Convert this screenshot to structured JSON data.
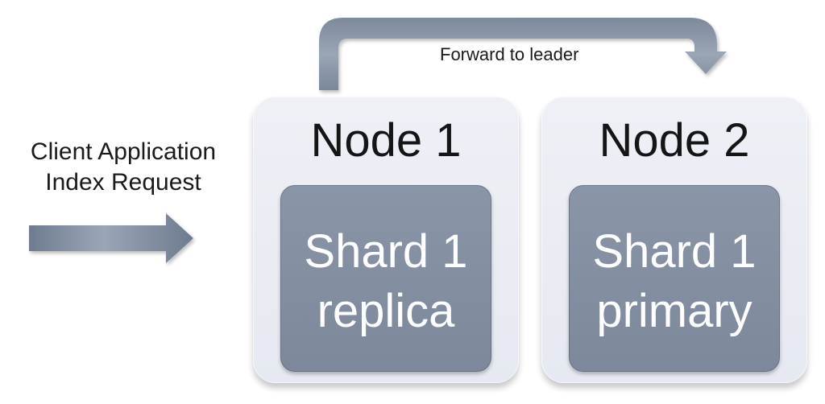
{
  "client": {
    "line1": "Client Application",
    "line2": "Index Request"
  },
  "forward_label": "Forward to leader",
  "nodes": [
    {
      "title": "Node 1",
      "shard_line1": "Shard 1",
      "shard_line2": "replica"
    },
    {
      "title": "Node 2",
      "shard_line1": "Shard 1",
      "shard_line2": "primary"
    }
  ],
  "colors": {
    "node_fill": "#e9ebf3",
    "shard_fill": "#8590a3",
    "arrow_fill": "#8592a4",
    "text": "#1a1a1a"
  }
}
